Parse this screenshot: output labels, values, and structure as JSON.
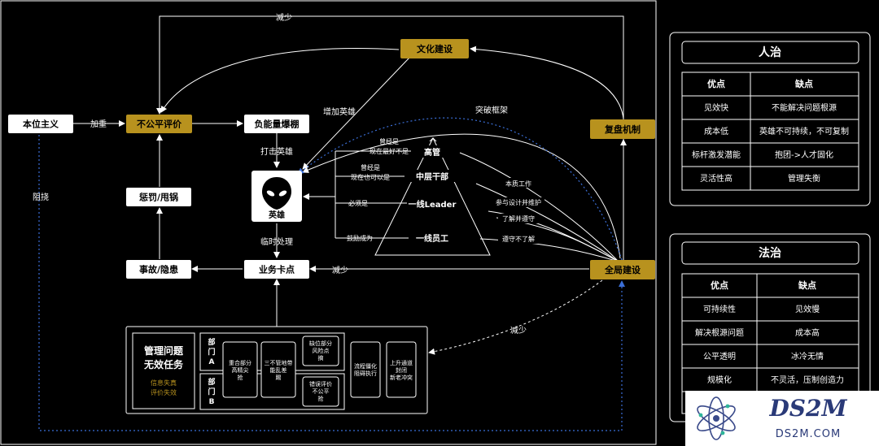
{
  "colors": {
    "gold": "#b8921e",
    "white": "#ffffff",
    "blue_dashed": "#3b6fd8",
    "bg": "#000000"
  },
  "nodes": {
    "benwei": "本位主义",
    "bugongping": "不公平评价",
    "wenhua": "文化建设",
    "funengliang": "负能量爆棚",
    "fupan": "复盘机制",
    "chengfa": "惩罚/甩锅",
    "hero": "英雄",
    "shigu": "事故/隐患",
    "yewu": "业务卡点",
    "quanju": "全局建设"
  },
  "edge_labels": {
    "jianshao_top": "减少",
    "jiazhong": "加重",
    "zengjia_yingxiong": "增加英雄",
    "tuopo": "突破框架",
    "daji": "打击英雄",
    "linshi": "临时处理",
    "jianshao_mid": "减少",
    "jianshao_low": "减少",
    "zunao": "阻挠"
  },
  "pyramid": {
    "levels": [
      "高管",
      "中层干部",
      "一线Leader",
      "一线员工"
    ],
    "left_notes": [
      [
        "曾经是",
        "现在最好不是"
      ],
      [
        "曾经是",
        "现在也可以是"
      ],
      [
        "必须是"
      ],
      [
        "鼓励成为"
      ]
    ],
    "right_notes": [
      "本质工作",
      "参与设计并维护",
      "了解并遵守",
      "遵守不了解"
    ]
  },
  "mgmt_box": {
    "title_line1": "管理问题",
    "title_line2": "无效任务",
    "sub_line1": "信息失真",
    "sub_line2": "评价失效",
    "dept_a": [
      "部",
      "门",
      "A"
    ],
    "dept_b": [
      "部",
      "门",
      "B"
    ],
    "cells": {
      "c1": [
        "重合部分",
        "高精尖",
        "抢"
      ],
      "c2": [
        "三不管地带",
        "能乱差",
        "踢"
      ],
      "c3": [
        "缺位部分",
        "风险点",
        "搞"
      ],
      "c4": [
        "错误评价",
        "不公平",
        "抢"
      ],
      "c5": [
        "流程僵化",
        "阻碍执行"
      ],
      "c6": [
        "上升通道",
        "封闭",
        "新老冲突"
      ]
    }
  },
  "renzhi": {
    "title": "人治",
    "headers": [
      "优点",
      "缺点"
    ],
    "rows": [
      [
        "见效快",
        "不能解决问题根源"
      ],
      [
        "成本低",
        "英雄不可持续，不可复制"
      ],
      [
        "标杆激发潜能",
        "抱团->人才固化"
      ],
      [
        "灵活性高",
        "管理失衡"
      ]
    ]
  },
  "fazhi": {
    "title": "法治",
    "headers": [
      "优点",
      "缺点"
    ],
    "rows": [
      [
        "可持续性",
        "见效慢"
      ],
      [
        "解决根源问题",
        "成本高"
      ],
      [
        "公平透明",
        "冰冷无情"
      ],
      [
        "规模化",
        "不灵活，压制创造力"
      ]
    ]
  },
  "watermark": {
    "brand": "DS2M",
    "site": "DS2M.COM"
  }
}
